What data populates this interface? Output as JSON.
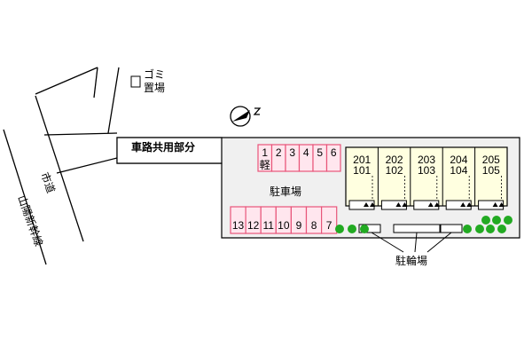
{
  "labels": {
    "garbage": [
      "ゴミ",
      "置場"
    ],
    "shared_road": "車路共用部分",
    "city_road": "市道",
    "shinkansen": "山陽新幹線",
    "parking": "駐車場",
    "bicycle": "駐輪場"
  },
  "parking_top": [
    "1",
    "2",
    "3",
    "4",
    "5",
    "6"
  ],
  "kei_mark": "軽",
  "parking_bottom": [
    "13",
    "12",
    "11",
    "10",
    "9",
    "8",
    "7"
  ],
  "units": [
    {
      "upper": "201",
      "lower": "101"
    },
    {
      "upper": "202",
      "lower": "102"
    },
    {
      "upper": "203",
      "lower": "103"
    },
    {
      "upper": "204",
      "lower": "104"
    },
    {
      "upper": "205",
      "lower": "105"
    }
  ],
  "colors": {
    "parking_line": "#e8557a",
    "parking_fill": "#ffe6ee",
    "building_fill": "#ffffe0",
    "site_fill": "#f0f0f0",
    "tree": "#22aa22"
  },
  "icons": {
    "north": "compass-north-icon"
  }
}
